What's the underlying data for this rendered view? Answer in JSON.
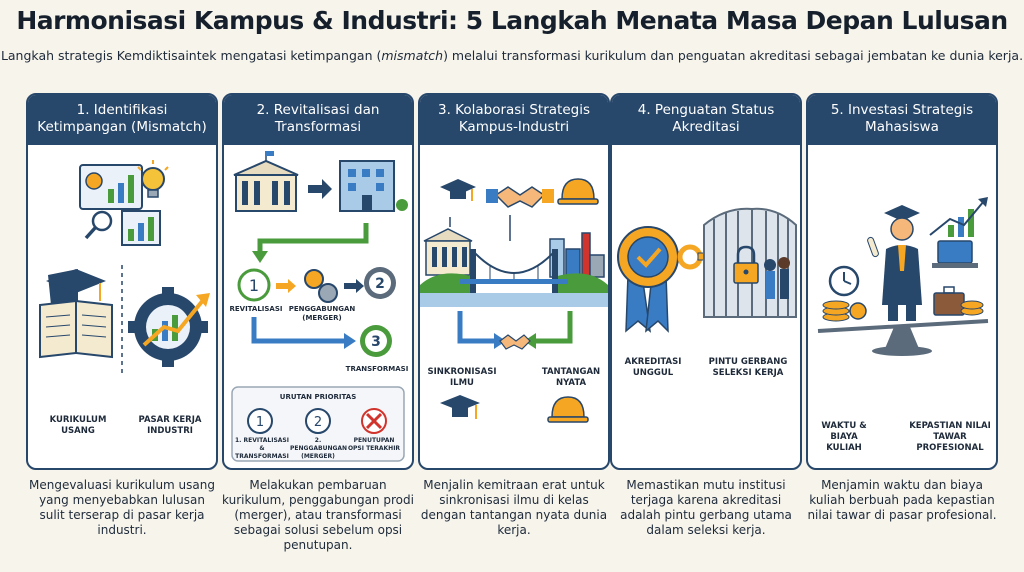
{
  "header": {
    "title": "Harmonisasi Kampus & Industri: 5 Langkah Menata Masa Depan Lulusan",
    "subtitle_pre": "Langkah strategis Kemdiktisaintek mengatasi ketimpangan (",
    "subtitle_italic": "mismatch",
    "subtitle_post": ") melalui transformasi kurikulum dan penguatan akreditasi sebagai jembatan ke dunia kerja."
  },
  "steps": [
    {
      "title_line1": "1. Identifikasi",
      "title_line2": "Ketimpangan (Mismatch)",
      "labels": {
        "left": "KURIKULUM USANG",
        "right": "PASAR KERJA INDUSTRI"
      },
      "description": "Mengevaluasi kurikulum usang yang menyebabkan lulusan sulit terserap di pasar kerja industri."
    },
    {
      "title_line1": "2. Revitalisasi dan",
      "title_line2": "Transformasi",
      "labels": {
        "revitalisasi": "REVITALISASI",
        "penggabungan": "PENGGABUNGAN (MERGER)",
        "transformasi": "TRANSFORMASI",
        "n1": "1",
        "n2": "2",
        "n3": "3",
        "priority_title": "URUTAN PRIORITAS",
        "p1": "1. REVITALISASI & TRANSFORMASI",
        "p2": "2. PENGGABUNGAN (MERGER)",
        "p3": "PENUTUPAN OPSI TERAKHIR"
      },
      "description": "Melakukan pembaruan kurikulum, penggabungan prodi (merger), atau transformasi sebagai solusi sebelum opsi penutupan."
    },
    {
      "title_line1": "3. Kolaborasi Strategis",
      "title_line2": "Kampus-Industri",
      "labels": {
        "left": "SINKRONISASI ILMU",
        "right": "TANTANGAN NYATA"
      },
      "description": "Menjalin kemitraan erat untuk sinkronisasi ilmu di kelas dengan tantangan nyata dunia kerja."
    },
    {
      "title_line1": "4. Penguatan Status",
      "title_line2": "Akreditasi",
      "labels": {
        "left": "AKREDITASI UNGGUL",
        "right": "PINTU GERBANG SELEKSI KERJA"
      },
      "description": "Memastikan mutu institusi terjaga karena akreditasi adalah pintu gerbang utama dalam seleksi kerja."
    },
    {
      "title_line1": "5. Investasi Strategis",
      "title_line2": "Mahasiswa",
      "labels": {
        "left": "WAKTU & BIAYA KULIAH",
        "right": "KEPASTIAN NILAI TAWAR PROFESIONAL"
      },
      "description": "Menjamin waktu dan biaya kuliah berbuah pada kepastian nilai tawar di pasar profesional."
    }
  ],
  "colors": {
    "navy": "#27476b",
    "orange": "#f5a623",
    "green": "#4a9b3c",
    "blue": "#3a7cc4",
    "red": "#d0342c"
  },
  "icons": [
    "chart-icon",
    "lightbulb-icon",
    "book-icon",
    "gear-icon",
    "university-icon",
    "office-icon",
    "handshake-icon",
    "hardhat-icon",
    "graduation-cap-icon",
    "bridge-icon",
    "badge-icon",
    "key-icon",
    "gate-icon",
    "lock-icon",
    "clock-icon",
    "coins-icon",
    "graduate-icon",
    "laptop-icon",
    "briefcase-icon",
    "scale-icon"
  ]
}
